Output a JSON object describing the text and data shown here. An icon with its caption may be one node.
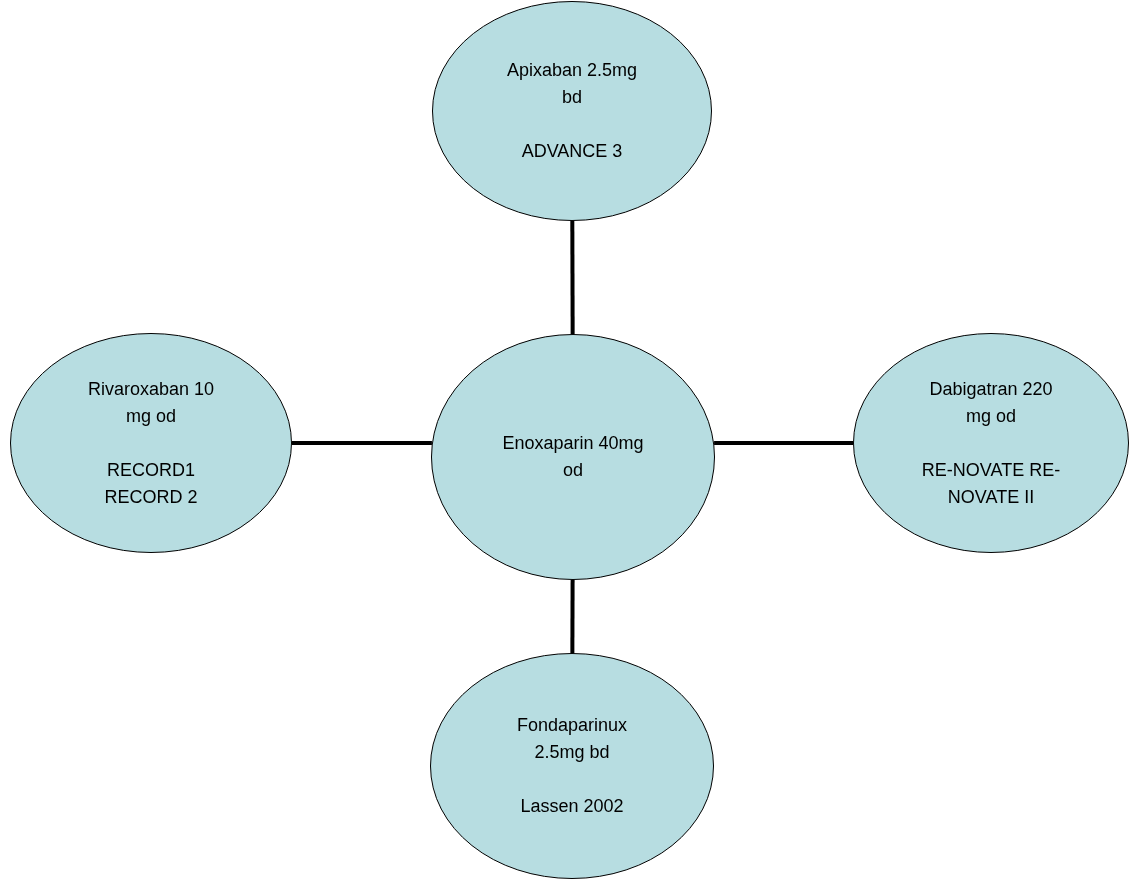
{
  "diagram": {
    "nodes": [
      {
        "text": [
          "Apixaban 2.5mg bd",
          "ADVANCE 3"
        ]
      },
      {
        "text": [
          "Rivaroxaban 10 mg od",
          "RECORD1 RECORD 2"
        ]
      },
      {
        "text": [
          "Enoxaparin 40mg od"
        ]
      },
      {
        "text": [
          "Dabigatran 220 mg od",
          "RE-NOVATE RE-NOVATE II"
        ]
      },
      {
        "text": [
          "Fondaparinux 2.5mg bd",
          "Lassen 2002"
        ]
      }
    ],
    "edges": [
      {
        "from": 2,
        "to": 0,
        "arrow": "none"
      },
      {
        "from": 2,
        "to": 1,
        "arrow": "none"
      },
      {
        "from": 2,
        "to": 3,
        "arrow": "none"
      },
      {
        "from": 2,
        "to": 4,
        "arrow": "none"
      }
    ]
  }
}
